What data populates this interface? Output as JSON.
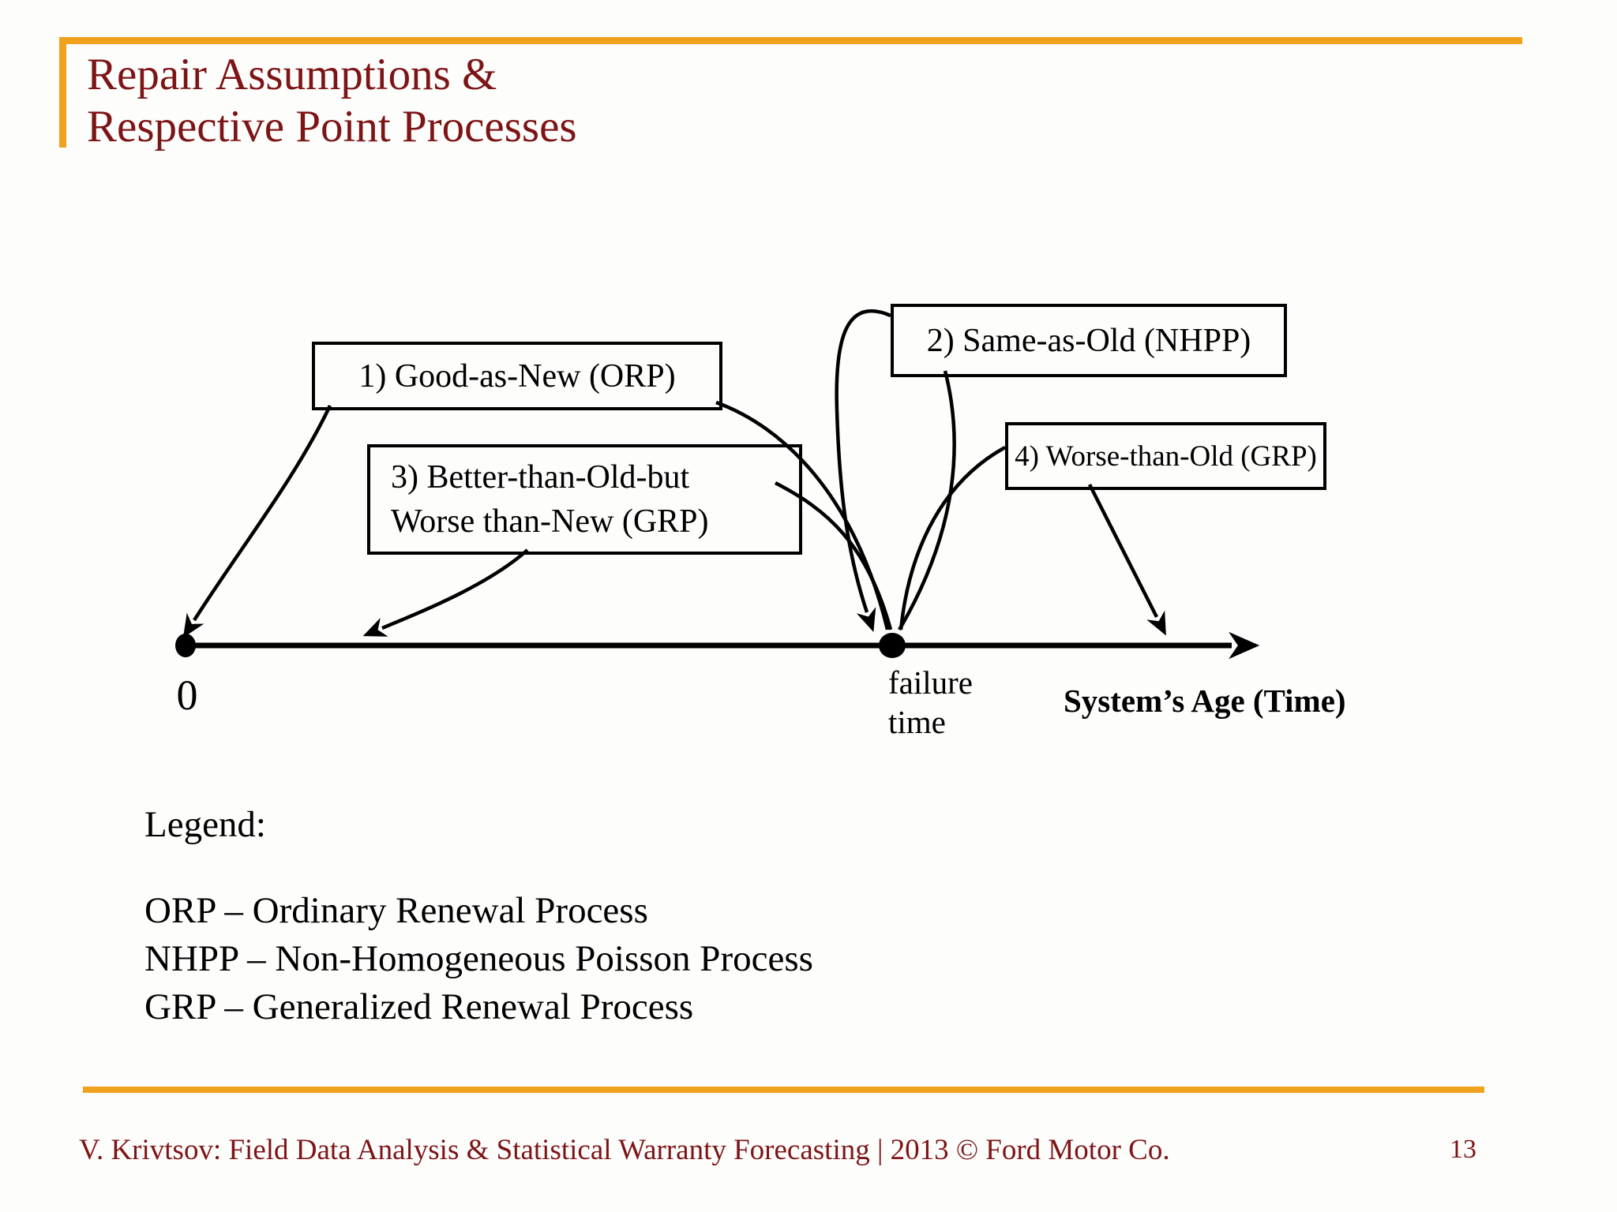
{
  "slide": {
    "title_lines": [
      "Repair Assumptions &",
      "Respective Point Processes"
    ],
    "footer_text": "V. Krivtsov: Field Data Analysis & Statistical Warranty Forecasting |  2013 © Ford Motor Co.",
    "page_number": "13",
    "colors": {
      "title_text": "#7d1416",
      "accent_rule_orange": "#f0a11e",
      "footer_text": "#7d1416",
      "diagram_ink": "#000000",
      "background": "#fdfdfc"
    }
  },
  "diagram": {
    "box1_label": "1) Good-as-New (ORP)",
    "box2_label": "2) Same-as-Old (NHPP)",
    "box3_label_line1": "3) Better-than-Old-but",
    "box3_label_line2": "Worse than-New (GRP)",
    "box4_label": "4) Worse-than-Old (GRP)",
    "origin_label": "0",
    "failure_label_line1": "failure",
    "failure_label_line2": "time",
    "axis_label": "System’s Age (Time)"
  },
  "legend": {
    "heading": "Legend:",
    "items": [
      "ORP – Ordinary Renewal Process",
      "NHPP – Non-Homogeneous Poisson Process",
      "GRP – Generalized Renewal Process"
    ]
  }
}
